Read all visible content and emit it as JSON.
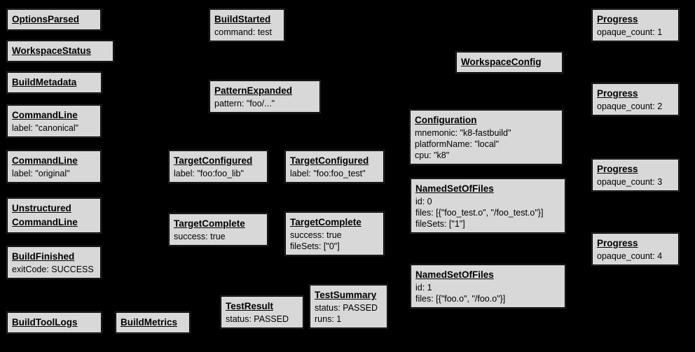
{
  "colors": {
    "background": "#000000",
    "node_fill": "#d8d8d8",
    "node_border": "#000000",
    "text": "#000000"
  },
  "nodes": {
    "options_parsed": {
      "title": "OptionsParsed"
    },
    "workspace_status": {
      "title": "WorkspaceStatus"
    },
    "build_metadata": {
      "title": "BuildMetadata"
    },
    "command_line_canonical": {
      "title": "CommandLine",
      "line1": "label: \"canonical\""
    },
    "command_line_original": {
      "title": "CommandLine",
      "line1": "label: \"original\""
    },
    "unstructured_command_line": {
      "title": "Unstructured",
      "title2": "CommandLine"
    },
    "build_finished": {
      "title": "BuildFinished",
      "line1": "exitCode: SUCCESS"
    },
    "build_tool_logs": {
      "title": "BuildToolLogs"
    },
    "build_metrics": {
      "title": "BuildMetrics"
    },
    "build_started": {
      "title": "BuildStarted",
      "line1": "command: test"
    },
    "pattern_expanded": {
      "title": "PatternExpanded",
      "line1": "pattern: \"foo/...\""
    },
    "target_configured_lib": {
      "title": "TargetConfigured",
      "line1": "label: \"foo:foo_lib\""
    },
    "target_configured_test": {
      "title": "TargetConfigured",
      "line1": "label: \"foo:foo_test\""
    },
    "target_complete_lib": {
      "title": "TargetComplete",
      "line1": "success: true"
    },
    "target_complete_test": {
      "title": "TargetComplete",
      "line1": "success: true",
      "line2": "fileSets: [\"0\"]"
    },
    "test_result": {
      "title": "TestResult",
      "line1": "status: PASSED"
    },
    "test_summary": {
      "title": "TestSummary",
      "line1": "status: PASSED",
      "line2": "runs: 1"
    },
    "workspace_config": {
      "title": "WorkspaceConfig"
    },
    "configuration": {
      "title": "Configuration",
      "line1": "mnemonic: \"k8-fastbuild\"",
      "line2": "platformName: \"local\"",
      "line3": "cpu: \"k8\""
    },
    "named_set_0": {
      "title": "NamedSetOfFiles",
      "line1": "id: 0",
      "line2": "files: [{\"foo_test.o\", \"/foo_test.o\"}]",
      "line3": "fileSets: [\"1\"]"
    },
    "named_set_1": {
      "title": "NamedSetOfFiles",
      "line1": "id: 1",
      "line2": "files: [{\"foo.o\", \"/foo.o\"}]"
    },
    "progress_1": {
      "title": "Progress",
      "line1": "opaque_count: 1"
    },
    "progress_2": {
      "title": "Progress",
      "line1": "opaque_count: 2"
    },
    "progress_3": {
      "title": "Progress",
      "line1": "opaque_count: 3"
    },
    "progress_4": {
      "title": "Progress",
      "line1": "opaque_count: 4"
    }
  }
}
